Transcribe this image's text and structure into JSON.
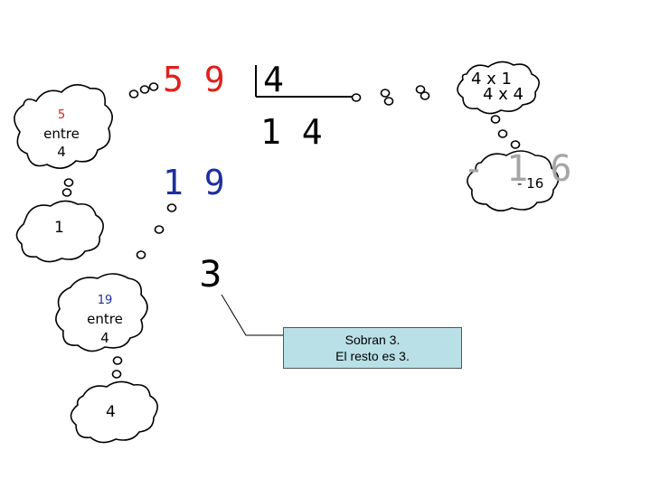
{
  "division": {
    "dividend": "5 9",
    "divisor": "4",
    "quotient": "1 4",
    "partial_dividend": "1 9",
    "remainder": "3"
  },
  "clouds": {
    "c1": {
      "num": "5",
      "text": "entre",
      "den": "4"
    },
    "c2": {
      "text": "1"
    },
    "c3": {
      "num": "19",
      "text": "entre",
      "den": "4"
    },
    "c4": {
      "text": "4"
    },
    "c5": {
      "line1": "4 x 1",
      "line2": "4 x 4"
    },
    "c6": {
      "small": "- 16",
      "big": "- 1 6"
    }
  },
  "callout": {
    "line1": "Sobran 3.",
    "line2": "El resto es 3."
  },
  "colors": {
    "red": "#e0201c",
    "blue": "#1f2f9e",
    "callout_bg": "#b8e0e6"
  }
}
